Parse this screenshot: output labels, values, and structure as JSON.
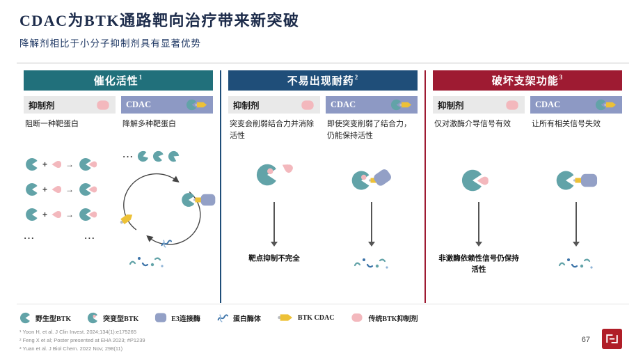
{
  "header": {
    "title": "CDAC为BTK通路靶向治疗带来新突破",
    "subtitle": "降解剂相比于小分子抑制剂具有显著优势"
  },
  "colors": {
    "cdac_bar": "#8d99c4",
    "inhibitor_bar": "#e9e9e9",
    "teal": "#62a3a8",
    "pink": "#f3b8bd",
    "yellow": "#edc137",
    "e3_blue": "#93a0c6"
  },
  "columns": [
    {
      "title": "催化活性",
      "sup": "1",
      "inhibitor_label": "抑制剂",
      "cdac_label": "CDAC",
      "inhibitor_desc": "阻断一种靶蛋白",
      "cdac_desc": "降解多种靶蛋白",
      "footer_inhibitor": "",
      "accent": "#21707b"
    },
    {
      "title": "不易出现耐药",
      "sup": "2",
      "inhibitor_label": "抑制剂",
      "cdac_label": "CDAC",
      "inhibitor_desc": "突变会削弱结合力并消除活性",
      "cdac_desc": "即使突变削弱了结合力，仍能保持活性",
      "footer_inhibitor": "靶点抑制不完全",
      "accent": "#1f4e79"
    },
    {
      "title": "破坏支架功能",
      "sup": "3",
      "inhibitor_label": "抑制剂",
      "cdac_label": "CDAC",
      "inhibitor_desc": "仅对激酶介导信号有效",
      "cdac_desc": "让所有相关信号失效",
      "footer_inhibitor": "非激酶依赖性信号仍保持活性",
      "accent": "#9e1b32"
    }
  ],
  "diagram": {
    "plus": "+",
    "arrow": "→",
    "dots": "···"
  },
  "legend": [
    {
      "label": "野生型BTK",
      "icon": "wildtype-btk-icon"
    },
    {
      "label": "突变型BTK",
      "icon": "mutant-btk-icon"
    },
    {
      "label": "E3连接酶",
      "icon": "e3-ligase-icon"
    },
    {
      "label": "蛋白酶体",
      "icon": "proteasome-icon"
    },
    {
      "label": "BTK CDAC",
      "icon": "btk-cdac-icon"
    },
    {
      "label": "传统BTK抑制剂",
      "icon": "btk-inhibitor-icon"
    }
  ],
  "footnotes": [
    "¹ Yoon H, et al. J Clin Invest. 2024;134(1):e175265",
    "² Feng X et al; Poster presented at EHA 2023; #P1239",
    "³ Yuan et al. J Biol Chem. 2022 Nov; 298(11)"
  ],
  "page_number": "67"
}
